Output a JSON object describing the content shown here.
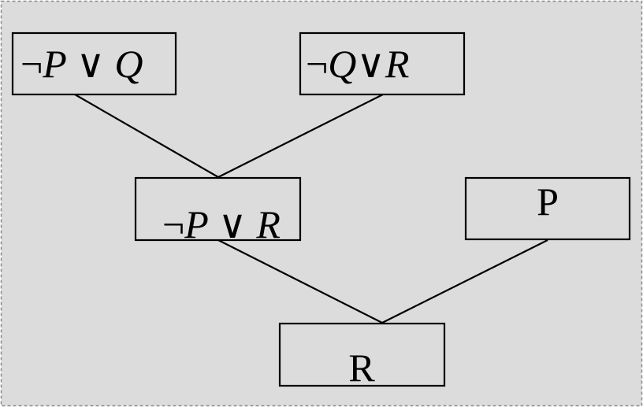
{
  "diagram": {
    "background_color": "#dcdcdc",
    "frame_color": "#8a8a8a",
    "line_color": "#000000",
    "nodes": {
      "clause_1": {
        "neg": "¬",
        "lit1": "P",
        "op": "∨",
        "lit2": "Q"
      },
      "clause_2": {
        "neg": "¬",
        "lit1": "Q",
        "op": "∨",
        "lit2": "R"
      },
      "resolvent_1": {
        "neg": "¬",
        "lit1": "P",
        "op": "∨",
        "lit2": "R"
      },
      "clause_3": {
        "lit": "P"
      },
      "conclusion": {
        "lit": "R"
      }
    },
    "edges": [
      {
        "from": "clause_1",
        "to": "resolvent_1"
      },
      {
        "from": "clause_2",
        "to": "resolvent_1"
      },
      {
        "from": "resolvent_1",
        "to": "conclusion"
      },
      {
        "from": "clause_3",
        "to": "conclusion"
      }
    ]
  }
}
